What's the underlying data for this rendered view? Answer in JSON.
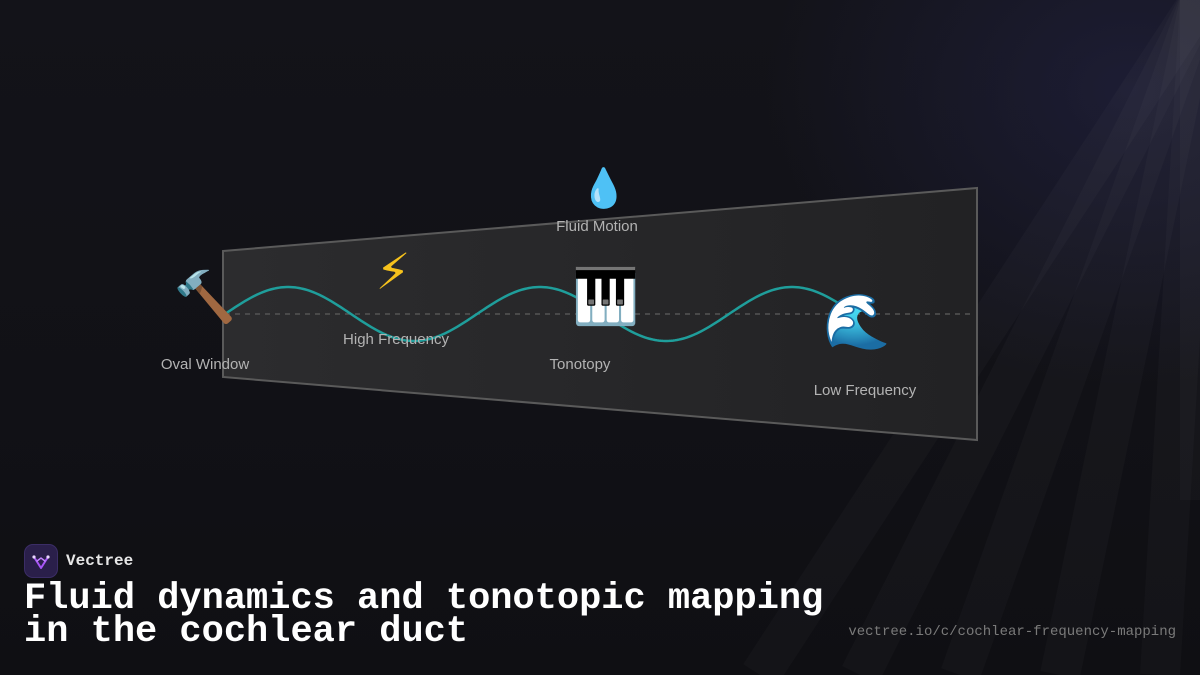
{
  "diagram": {
    "labels": {
      "oval_window": "Oval Window",
      "high_frequency": "High Frequency",
      "fluid_motion": "Fluid Motion",
      "tonotopy": "Tonotopy",
      "low_frequency": "Low Frequency"
    },
    "icons": {
      "oval_window": {
        "name": "hammer-icon",
        "glyph": "🔨"
      },
      "high_frequency": {
        "name": "lightning-icon",
        "glyph": "⚡"
      },
      "fluid_motion": {
        "name": "droplet-icon",
        "glyph": "💧"
      },
      "tonotopy": {
        "name": "piano-keys-icon",
        "glyph": "🎹"
      },
      "low_frequency": {
        "name": "wave-icon",
        "glyph": "🌊"
      }
    },
    "colors": {
      "wave": "#1f9e9b",
      "duct_fill": "#2b2b2d",
      "duct_stroke": "#5a5a5a",
      "baseline": "#555555"
    }
  },
  "brand": {
    "name": "Vectree"
  },
  "title": "Fluid dynamics and tonotopic mapping in the cochlear duct",
  "url": "vectree.io/c/cochlear-frequency-mapping",
  "colors": {
    "background": "#111116",
    "accent": "#a855f7"
  }
}
